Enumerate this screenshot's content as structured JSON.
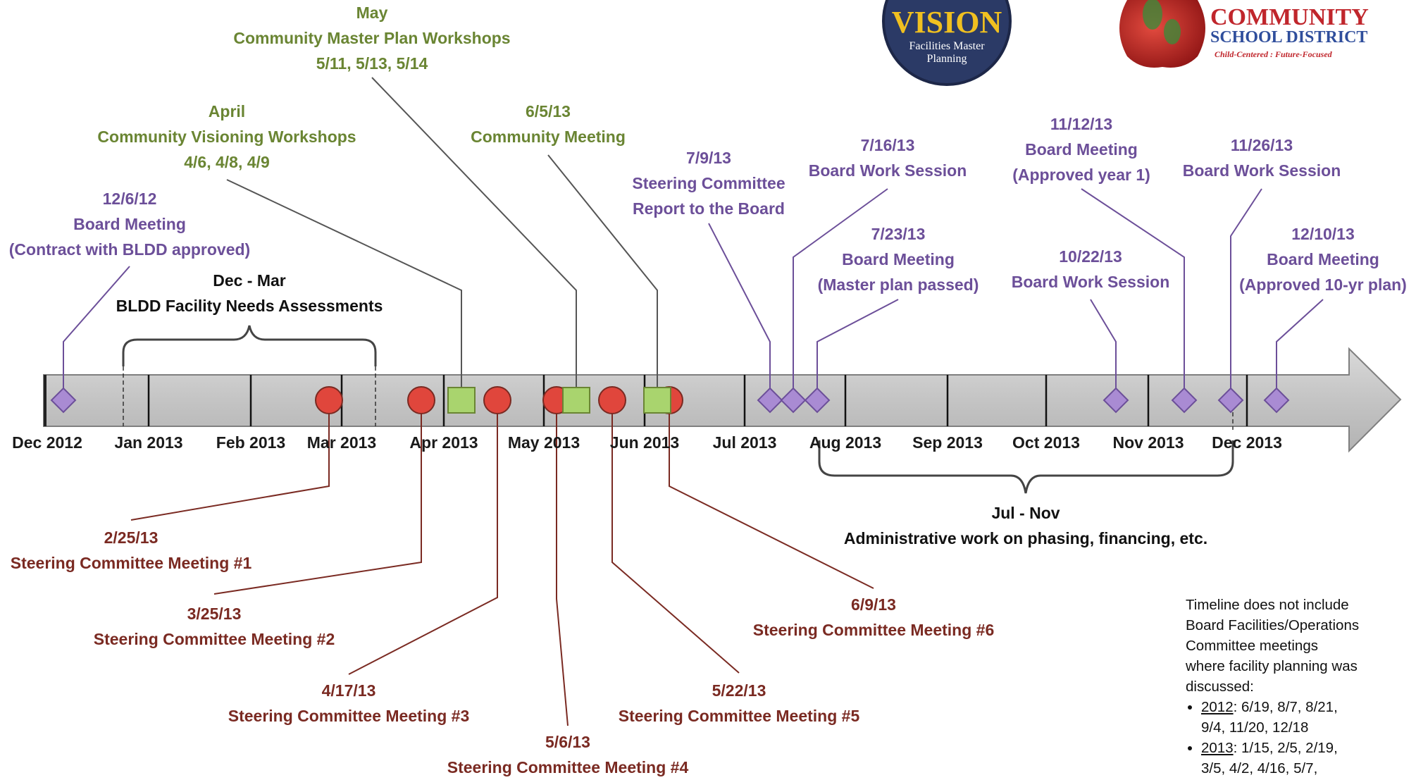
{
  "months": [
    "Dec 2012",
    "Jan 2013",
    "Feb 2013",
    "Mar 2013",
    "Apr 2013",
    "May 2013",
    "Jun 2013",
    "Jul 2013",
    "Aug 2013",
    "Sep 2013",
    "Oct 2013",
    "Nov 2013",
    "Dec 2013"
  ],
  "phases": {
    "dec_mar": {
      "title": "Dec - Mar",
      "desc": "BLDD Facility Needs Assessments"
    },
    "jul_nov": {
      "title": "Jul - Nov",
      "desc": "Administrative work on phasing, financing, etc."
    }
  },
  "board_events": [
    {
      "date": "12/6/12",
      "lines": [
        "Board Meeting",
        "(Contract with BLDD approved)"
      ]
    },
    {
      "date": "7/9/13",
      "lines": [
        "Steering Committee",
        "Report to the Board"
      ]
    },
    {
      "date": "7/16/13",
      "lines": [
        "Board Work Session"
      ]
    },
    {
      "date": "7/23/13",
      "lines": [
        "Board Meeting",
        "(Master plan passed)"
      ]
    },
    {
      "date": "10/22/13",
      "lines": [
        "Board Work Session"
      ]
    },
    {
      "date": "11/12/13",
      "lines": [
        "Board Meeting",
        "(Approved year 1)"
      ]
    },
    {
      "date": "11/26/13",
      "lines": [
        "Board Work Session"
      ]
    },
    {
      "date": "12/10/13",
      "lines": [
        "Board Meeting",
        "(Approved 10-yr plan)"
      ]
    }
  ],
  "community_events": [
    {
      "date": "April",
      "lines": [
        "Community Visioning Workshops",
        "4/6, 4/8, 4/9"
      ]
    },
    {
      "date": "May",
      "lines": [
        "Community Master Plan Workshops",
        "5/11, 5/13, 5/14"
      ]
    },
    {
      "date": "6/5/13",
      "lines": [
        "Community Meeting"
      ]
    }
  ],
  "steering_events": [
    {
      "date": "2/25/13",
      "label": "Steering Committee Meeting #1"
    },
    {
      "date": "3/25/13",
      "label": "Steering Committee Meeting #2"
    },
    {
      "date": "4/17/13",
      "label": "Steering Committee Meeting #3"
    },
    {
      "date": "5/6/13",
      "label": "Steering Committee Meeting #4"
    },
    {
      "date": "5/22/13",
      "label": "Steering Committee Meeting #5"
    },
    {
      "date": "6/9/13",
      "label": "Steering Committee Meeting #6"
    }
  ],
  "logos": {
    "vision": {
      "word": "VISION",
      "sub1": "Facilities Master",
      "sub2": "Planning"
    },
    "district": {
      "line1": "COMMUNITY",
      "line2": "SCHOOL DISTRICT",
      "tagline": "Child-Centered : Future-Focused"
    }
  },
  "note": {
    "intro": [
      "Timeline does not include",
      "Board Facilities/Operations",
      "Committee meetings",
      "where facility planning was",
      "discussed:"
    ],
    "items": [
      {
        "year": "2012",
        "lines": [
          ": 6/19, 8/7, 8/21,",
          "9/4, 11/20, 12/18"
        ]
      },
      {
        "year": "2013",
        "lines": [
          ": 1/15, 2/5, 2/19,",
          "3/5, 4/2, 4/16, 5/7,"
        ]
      }
    ]
  },
  "colors": {
    "board": "#6c4f99",
    "board_marker": "#a98bd3",
    "community": "#6a8533",
    "community_marker": "#a9d46e",
    "steering": "#7a2a22",
    "steering_marker": "#e0463c",
    "bar": "#c8c8c8"
  }
}
